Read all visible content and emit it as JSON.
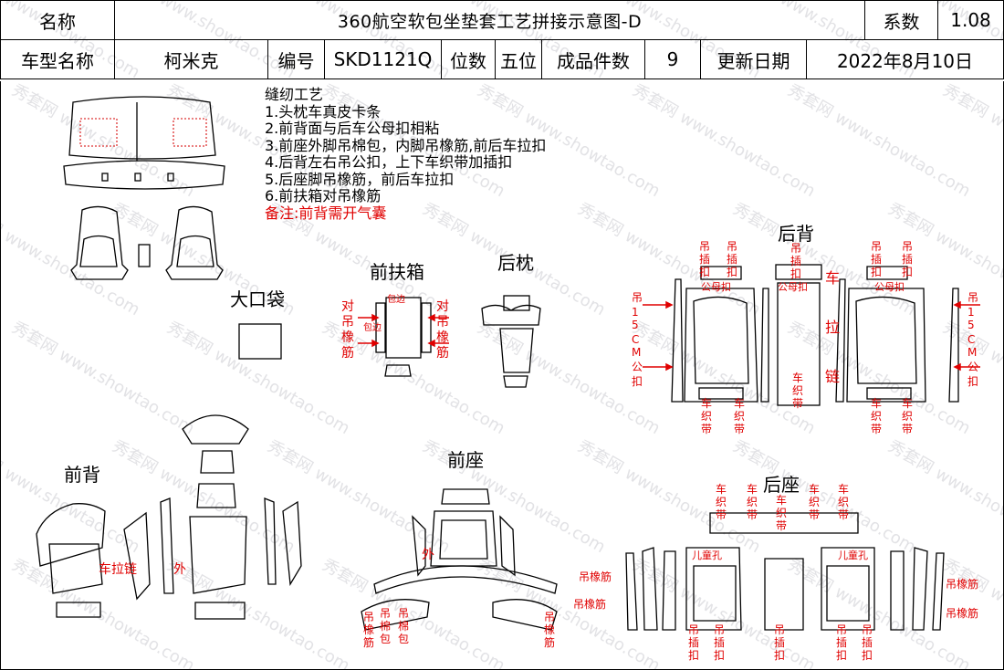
{
  "header": {
    "name_label": "名称",
    "title": "360航空软包坐垫套工艺拼接示意图-D",
    "coef_label": "系数",
    "coef_value": "1.08",
    "model_label": "车型名称",
    "model_value": "柯米克",
    "code_label": "编号",
    "code_value": "SKD1121Q",
    "seats_label": "位数",
    "seats_value": "五位",
    "pieces_label": "成品件数",
    "pieces_value": "9",
    "date_label": "更新日期",
    "date_value": "2022年8月10日"
  },
  "notes": {
    "heading": "缝纫工艺",
    "items": [
      "1.头枕车真皮卡条",
      "2.前背面与后车公母扣相粘",
      "3.前座外脚吊棉包，内脚吊橡筋,前后车拉扣",
      "4.后背左右吊公扣，上下车织带加插扣",
      "5.后座脚吊橡筋，前后车拉扣",
      "6.前扶箱对吊橡筋"
    ],
    "remark": "备注:前背需开气囊"
  },
  "sections": {
    "big_pocket": "大口袋",
    "front_armrest": "前扶箱",
    "rear_headrest": "后枕",
    "rear_back": "后背",
    "front_back": "前背",
    "front_seat": "前座",
    "rear_seat": "后座"
  },
  "annotations": {
    "hang_elastic_v": "对吊橡筋",
    "bag_edge": "包边",
    "hang_buckle_v": "吊插扣",
    "hang_male_female": "公母扣",
    "sew_zipper_v": "车拉链",
    "hang_15cm": "吊15CM公扣",
    "webbing_v": "车织带",
    "zipper_h": "车拉链",
    "outer": "外",
    "hang_cotton_v": "吊棉包",
    "hang_elastic3_v": "吊橡筋",
    "hang_elastic_h": "吊橡筋",
    "child_hole": "儿童孔"
  },
  "watermark": {
    "cn": "秀套网",
    "en": "www.showtao.com"
  },
  "colors": {
    "annotation": "#e00000",
    "line": "#000000"
  }
}
